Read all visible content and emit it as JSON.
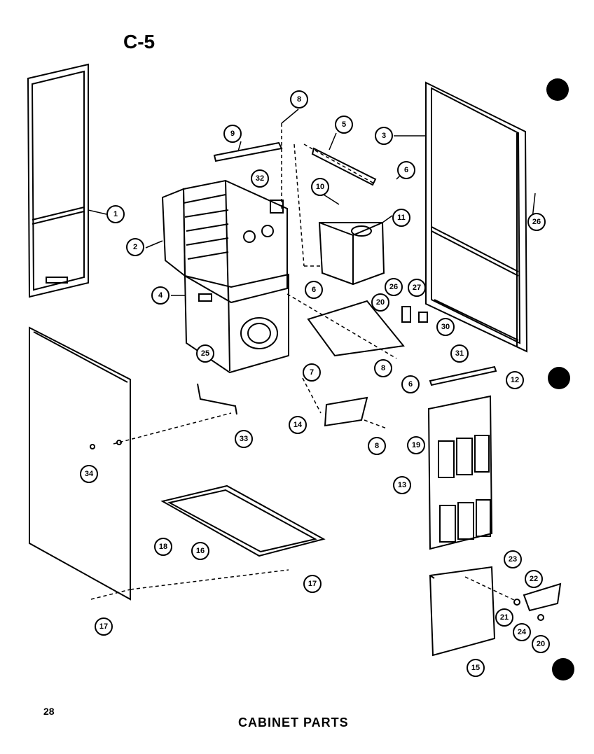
{
  "header": {
    "page_id": "C-5"
  },
  "footer": {
    "page_number": "28",
    "caption": "CABINET PARTS"
  },
  "callouts": [
    {
      "id": "c1",
      "label": "1"
    },
    {
      "id": "c2",
      "label": "2"
    },
    {
      "id": "c3",
      "label": "3"
    },
    {
      "id": "c4",
      "label": "4"
    },
    {
      "id": "c5",
      "label": "5"
    },
    {
      "id": "c6a",
      "label": "6"
    },
    {
      "id": "c6b",
      "label": "6"
    },
    {
      "id": "c6c",
      "label": "6"
    },
    {
      "id": "c7",
      "label": "7"
    },
    {
      "id": "c8a",
      "label": "8"
    },
    {
      "id": "c8b",
      "label": "8"
    },
    {
      "id": "c8c",
      "label": "8"
    },
    {
      "id": "c9",
      "label": "9"
    },
    {
      "id": "c10",
      "label": "10"
    },
    {
      "id": "c11",
      "label": "11"
    },
    {
      "id": "c12",
      "label": "12"
    },
    {
      "id": "c13",
      "label": "13"
    },
    {
      "id": "c14",
      "label": "14"
    },
    {
      "id": "c15",
      "label": "15"
    },
    {
      "id": "c16",
      "label": "16"
    },
    {
      "id": "c17a",
      "label": "17"
    },
    {
      "id": "c17b",
      "label": "17"
    },
    {
      "id": "c18",
      "label": "18"
    },
    {
      "id": "c19",
      "label": "19"
    },
    {
      "id": "c20a",
      "label": "20"
    },
    {
      "id": "c20b",
      "label": "20"
    },
    {
      "id": "c21",
      "label": "21"
    },
    {
      "id": "c22",
      "label": "22"
    },
    {
      "id": "c23",
      "label": "23"
    },
    {
      "id": "c24",
      "label": "24"
    },
    {
      "id": "c25",
      "label": "25"
    },
    {
      "id": "c26a",
      "label": "26"
    },
    {
      "id": "c26b",
      "label": "26"
    },
    {
      "id": "c27",
      "label": "27"
    },
    {
      "id": "c30",
      "label": "30"
    },
    {
      "id": "c31",
      "label": "31"
    },
    {
      "id": "c32",
      "label": "32"
    },
    {
      "id": "c33",
      "label": "33"
    },
    {
      "id": "c34",
      "label": "34"
    }
  ]
}
